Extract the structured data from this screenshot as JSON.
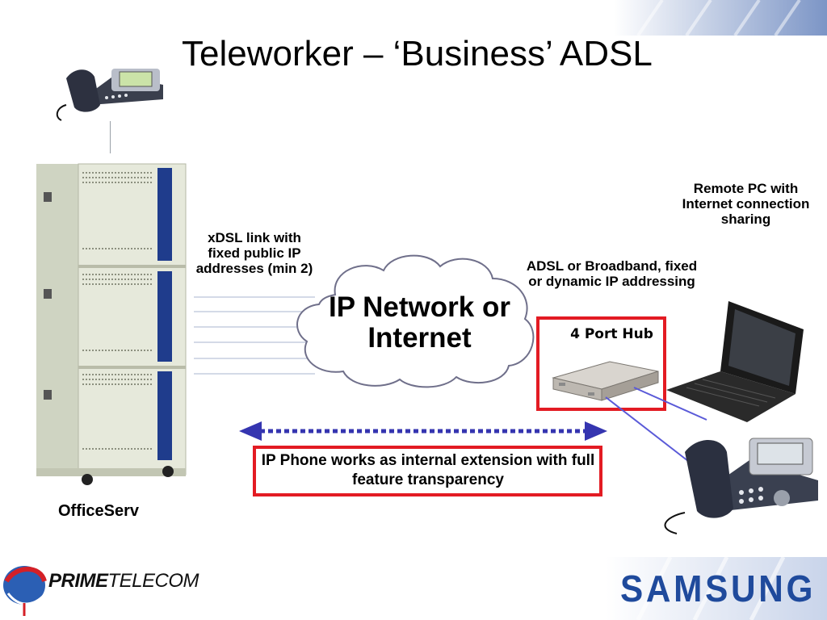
{
  "slide": {
    "title": "Teleworker – ‘Business’ ADSL"
  },
  "labels": {
    "xdsl_link": "xDSL link with fixed public IP addresses (min 2)",
    "adsl_broadband": "ADSL or Broadband, fixed or dynamic IP addressing",
    "remote_pc": "Remote PC with Internet connection sharing",
    "cloud": "IP Network or Internet",
    "hub": "4 Port Hub",
    "officeserv": "OfficeServ",
    "ip_phone_note": "IP Phone works as internal extension with full feature transparency"
  },
  "logos": {
    "prime_telecom_part1": "PRIME",
    "prime_telecom_part2": "TELECOM",
    "samsung": "SAMSUNG"
  },
  "colors": {
    "highlight_box": "#e31b23",
    "arrow": "#3535b0",
    "samsung_blue": "#1f4a9c",
    "server_panel": "#1f3c8c"
  },
  "icons": [
    "desk-phone-icon",
    "server-cabinet-icon",
    "cloud-icon",
    "hub-icon",
    "laptop-icon",
    "ip-phone-icon"
  ]
}
